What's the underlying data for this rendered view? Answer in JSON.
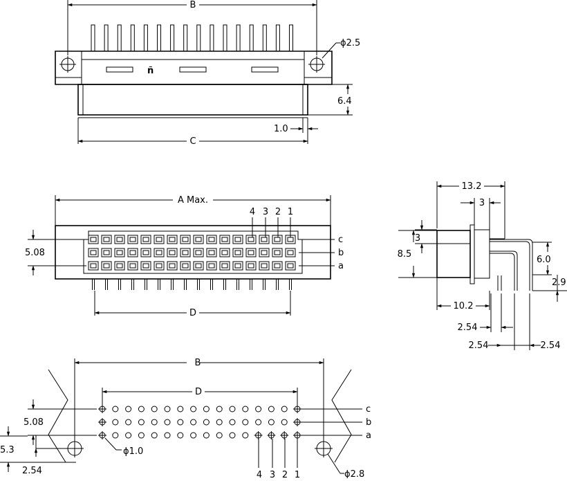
{
  "labels": {
    "B": "B",
    "C": "C",
    "D": "D",
    "A_max": "A  Max.",
    "dia_2_5": "ϕ2.5",
    "dia_1_0": "ϕ1.0",
    "dia_2_8": "ϕ2.8",
    "dim_6_4": "6.4",
    "dim_1_0": "1.0",
    "dim_5_08": "5.08",
    "dim_13_2": "13.2",
    "dim_3": "3",
    "dim_8_5": "8.5",
    "dim_6_0": "6.0",
    "dim_2_9": "2.9",
    "dim_10_2": "10.2",
    "dim_2_54": "2.54",
    "dim_5_3": "5.3",
    "row_c": "c",
    "row_b": "b",
    "row_a": "a",
    "col_4": "4",
    "col_3": "3",
    "col_2": "2",
    "col_1": "1"
  }
}
